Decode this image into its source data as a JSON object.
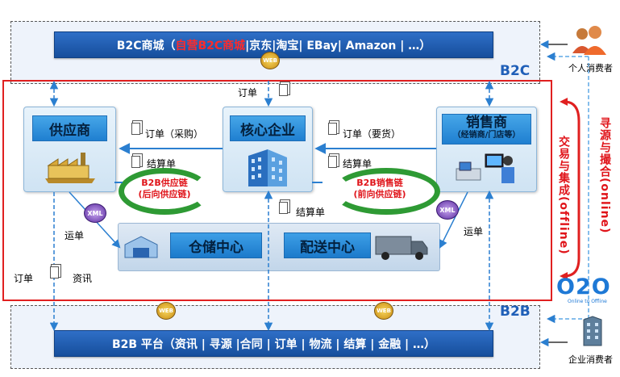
{
  "b2c": {
    "bar_pre": "B2C商城（",
    "bar_red": "自营B2C商城",
    "bar_post": "|京东|淘宝| EBay| Amazon | …）",
    "zone_label": "B2C"
  },
  "b2b": {
    "bar_text": "B2B 平台（资讯 | 寻源 |合同 | 订单 | 物流 | 结算 | 金融 | …）",
    "zone_label": "B2B"
  },
  "consumers": {
    "individual": "个人消费者",
    "enterprise": "企业消费者"
  },
  "nodes": {
    "supplier": "供应商",
    "core": "核心企业",
    "seller": "销售商",
    "seller_sub": "（经销商/门店等）",
    "warehouse": "仓储中心",
    "delivery": "配送中心"
  },
  "labels": {
    "order_top": "订单",
    "order_purchase": "订单（采购）",
    "order_demand": "订单（要货）",
    "settle_left": "结算单",
    "settle_right": "结算单",
    "settle_mid": "结算单",
    "waybill_left": "运单",
    "waybill_right": "运单",
    "order_bottom": "订单",
    "info_bottom": "资讯"
  },
  "rings": {
    "left_line1": "B2B供应链",
    "left_line2": "(后向供应链)",
    "right_line1": "B2B销售链",
    "right_line2": "(前向供应链)"
  },
  "side": {
    "trade": "交易与集成(offline)",
    "source": "寻源与撮合(online)"
  },
  "o2o": {
    "title": "O2O",
    "sub": "Online to Offline"
  },
  "badges": {
    "web": "WEB",
    "xml": "XML"
  },
  "colors": {
    "accent_blue": "#1f5fb8",
    "frame_red": "#e02020",
    "chain_green": "#2e9a34"
  }
}
